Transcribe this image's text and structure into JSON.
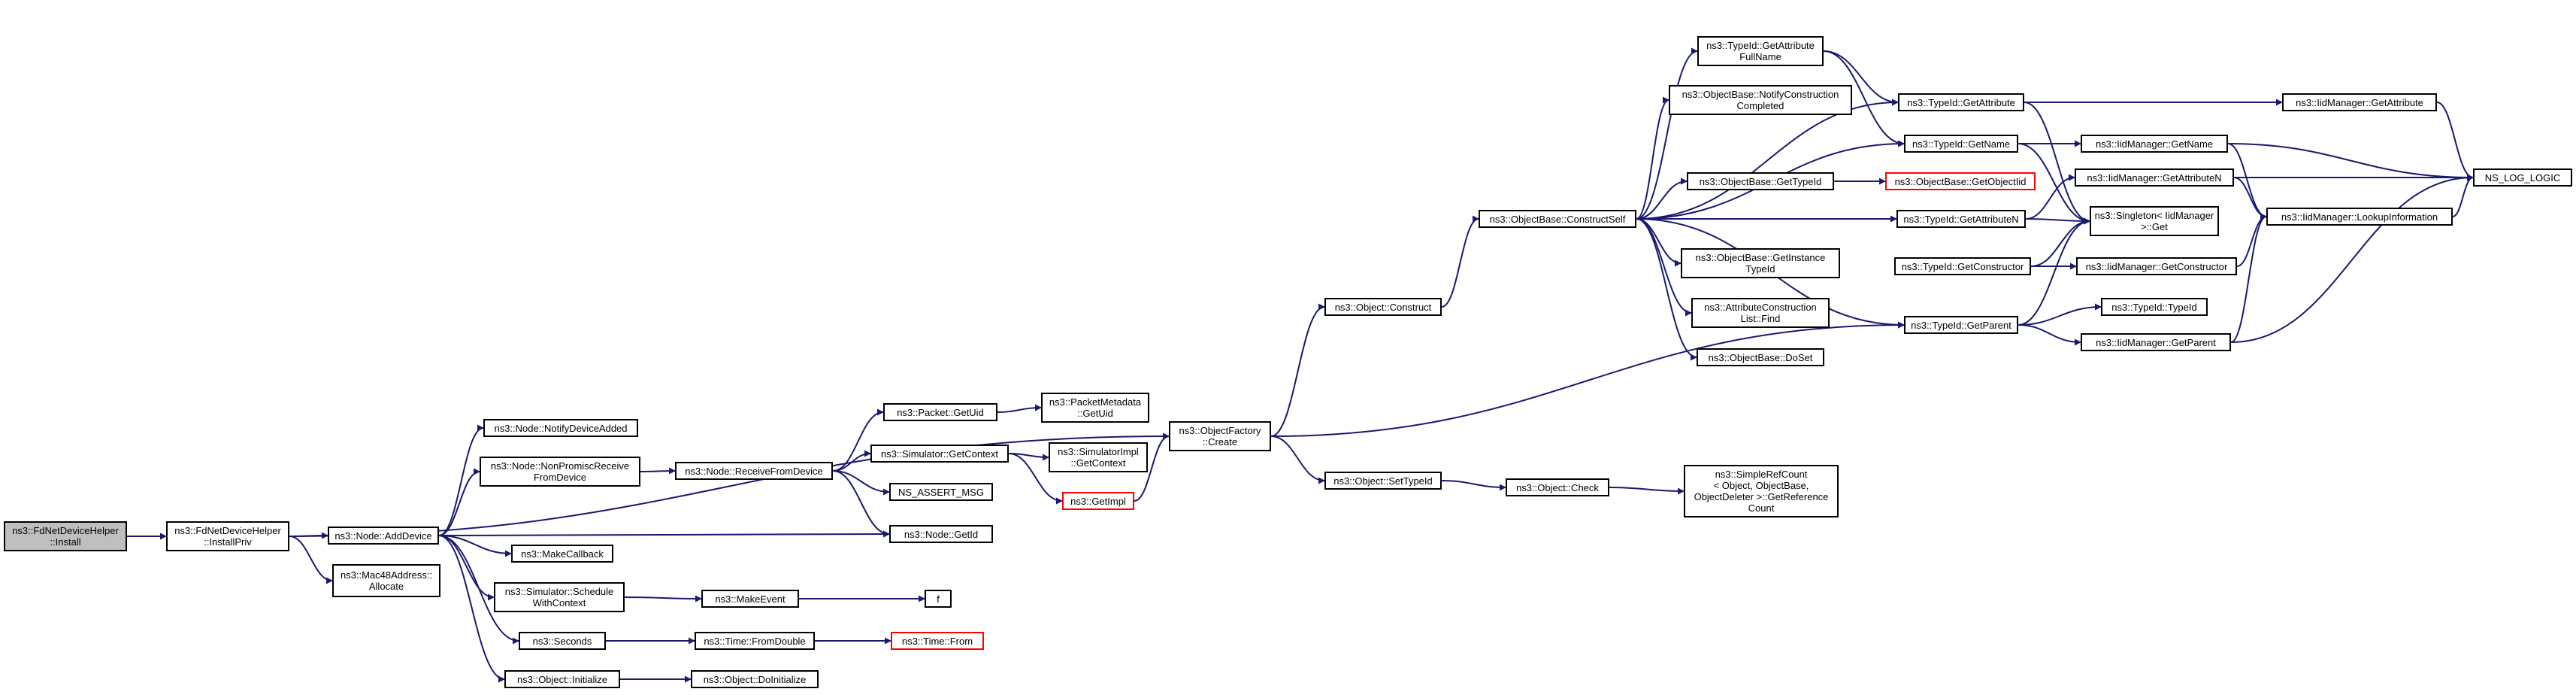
{
  "diagram": {
    "type": "call-graph",
    "colors": {
      "edge": "#191970",
      "root_fill": "#bfbfbf",
      "node_border": "#000000",
      "truncated_border": "#ff0000"
    },
    "nodes": {
      "install": "ns3::FdNetDeviceHelper\n::Install",
      "installpriv": "ns3::FdNetDeviceHelper\n::InstallPriv",
      "addDevice": "ns3::Node::AddDevice",
      "mac48": "ns3::Mac48Address::\nAllocate",
      "notifyDeviceAdded": "ns3::Node::NotifyDeviceAdded",
      "nonPromisc": "ns3::Node::NonPromiscReceive\nFromDevice",
      "receiveFromDevice": "ns3::Node::ReceiveFromDevice",
      "getUid": "ns3::Packet::GetUid",
      "pmGetUid": "ns3::PacketMetadata\n::GetUid",
      "simGetContext": "ns3::Simulator::GetContext",
      "simImplGetContext": "ns3::SimulatorImpl\n::GetContext",
      "nsAssert": "NS_ASSERT_MSG",
      "getImpl": "ns3::GetImpl",
      "getId": "ns3::Node::GetId",
      "makeCallback": "ns3::MakeCallback",
      "scheduleWithContext": "ns3::Simulator::Schedule\nWithContext",
      "makeEvent": "ns3::MakeEvent",
      "f": "f",
      "seconds": "ns3::Seconds",
      "fromDouble": "ns3::Time::FromDouble",
      "timeFrom": "ns3::Time::From",
      "objInitialize": "ns3::Object::Initialize",
      "doInitialize": "ns3::Object::DoInitialize",
      "ofCreate": "ns3::ObjectFactory\n::Create",
      "objConstruct": "ns3::Object::Construct",
      "setTypeId": "ns3::Object::SetTypeId",
      "objCheck": "ns3::Object::Check",
      "simpleRefCount": "ns3::SimpleRefCount\n< Object, ObjectBase,\nObjectDeleter >::GetReference\nCount",
      "constructSelf": "ns3::ObjectBase::ConstructSelf",
      "tidGetAttrFullName": "ns3::TypeId::GetAttribute\nFullName",
      "notifyConstruction": "ns3::ObjectBase::NotifyConstruction\nCompleted",
      "obGetTypeId": "ns3::ObjectBase::GetTypeId",
      "obGetObjectIid": "ns3::ObjectBase::GetObjectIid",
      "getInstanceTypeId": "ns3::ObjectBase::GetInstance\nTypeId",
      "attrConstructionFind": "ns3::AttributeConstruction\nList::Find",
      "doSet": "ns3::ObjectBase::DoSet",
      "tidGetAttribute": "ns3::TypeId::GetAttribute",
      "tidGetName": "ns3::TypeId::GetName",
      "tidGetAttributeN": "ns3::TypeId::GetAttributeN",
      "singletonGet": "ns3::Singleton< IidManager\n>::Get",
      "tidGetConstructor": "ns3::TypeId::GetConstructor",
      "tidGetParent": "ns3::TypeId::GetParent",
      "tidTypeId": "ns3::TypeId::TypeId",
      "iidGetAttribute": "ns3::IidManager::GetAttribute",
      "iidGetName": "ns3::IidManager::GetName",
      "iidGetAttributeN": "ns3::IidManager::GetAttributeN",
      "iidLookup": "ns3::IidManager::LookupInformation",
      "iidGetConstructor": "ns3::IidManager::GetConstructor",
      "iidGetParent": "ns3::IidManager::GetParent",
      "nsLogLogic": "NS_LOG_LOGIC"
    },
    "edges": [
      [
        "install",
        "installpriv"
      ],
      [
        "installpriv",
        "addDevice"
      ],
      [
        "installpriv",
        "mac48"
      ],
      [
        "installpriv",
        "ofCreate"
      ],
      [
        "addDevice",
        "notifyDeviceAdded"
      ],
      [
        "addDevice",
        "nonPromisc"
      ],
      [
        "addDevice",
        "getId"
      ],
      [
        "addDevice",
        "makeCallback"
      ],
      [
        "addDevice",
        "scheduleWithContext"
      ],
      [
        "addDevice",
        "seconds"
      ],
      [
        "addDevice",
        "objInitialize"
      ],
      [
        "nonPromisc",
        "receiveFromDevice"
      ],
      [
        "receiveFromDevice",
        "getUid"
      ],
      [
        "receiveFromDevice",
        "simGetContext"
      ],
      [
        "receiveFromDevice",
        "nsAssert"
      ],
      [
        "receiveFromDevice",
        "getId"
      ],
      [
        "getUid",
        "pmGetUid"
      ],
      [
        "simGetContext",
        "simImplGetContext"
      ],
      [
        "simGetContext",
        "getImpl"
      ],
      [
        "getImpl",
        "ofCreate"
      ],
      [
        "scheduleWithContext",
        "makeEvent"
      ],
      [
        "makeEvent",
        "f"
      ],
      [
        "seconds",
        "fromDouble"
      ],
      [
        "fromDouble",
        "timeFrom"
      ],
      [
        "objInitialize",
        "doInitialize"
      ],
      [
        "ofCreate",
        "objConstruct"
      ],
      [
        "ofCreate",
        "setTypeId"
      ],
      [
        "ofCreate",
        "tidGetParent"
      ],
      [
        "setTypeId",
        "objCheck"
      ],
      [
        "objCheck",
        "simpleRefCount"
      ],
      [
        "objConstruct",
        "constructSelf"
      ],
      [
        "constructSelf",
        "tidGetAttrFullName"
      ],
      [
        "constructSelf",
        "notifyConstruction"
      ],
      [
        "constructSelf",
        "tidGetAttribute"
      ],
      [
        "constructSelf",
        "tidGetName"
      ],
      [
        "constructSelf",
        "obGetTypeId"
      ],
      [
        "constructSelf",
        "tidGetAttributeN"
      ],
      [
        "constructSelf",
        "getInstanceTypeId"
      ],
      [
        "constructSelf",
        "attrConstructionFind"
      ],
      [
        "constructSelf",
        "doSet"
      ],
      [
        "constructSelf",
        "tidGetParent"
      ],
      [
        "tidGetAttrFullName",
        "tidGetAttribute"
      ],
      [
        "tidGetAttrFullName",
        "tidGetName"
      ],
      [
        "obGetTypeId",
        "obGetObjectIid"
      ],
      [
        "tidGetAttribute",
        "iidGetAttribute"
      ],
      [
        "tidGetAttribute",
        "singletonGet"
      ],
      [
        "tidGetName",
        "iidGetName"
      ],
      [
        "tidGetName",
        "singletonGet"
      ],
      [
        "tidGetAttributeN",
        "iidGetAttributeN"
      ],
      [
        "tidGetAttributeN",
        "singletonGet"
      ],
      [
        "tidGetConstructor",
        "iidGetConstructor"
      ],
      [
        "tidGetConstructor",
        "singletonGet"
      ],
      [
        "tidGetParent",
        "tidTypeId"
      ],
      [
        "tidGetParent",
        "iidGetParent"
      ],
      [
        "tidGetParent",
        "singletonGet"
      ],
      [
        "iidGetAttribute",
        "nsLogLogic"
      ],
      [
        "iidGetName",
        "iidLookup"
      ],
      [
        "iidGetName",
        "nsLogLogic"
      ],
      [
        "iidGetAttributeN",
        "iidLookup"
      ],
      [
        "iidGetAttributeN",
        "nsLogLogic"
      ],
      [
        "iidGetConstructor",
        "iidLookup"
      ],
      [
        "iidGetParent",
        "iidLookup"
      ],
      [
        "iidGetParent",
        "nsLogLogic"
      ],
      [
        "iidLookup",
        "nsLogLogic"
      ]
    ]
  }
}
